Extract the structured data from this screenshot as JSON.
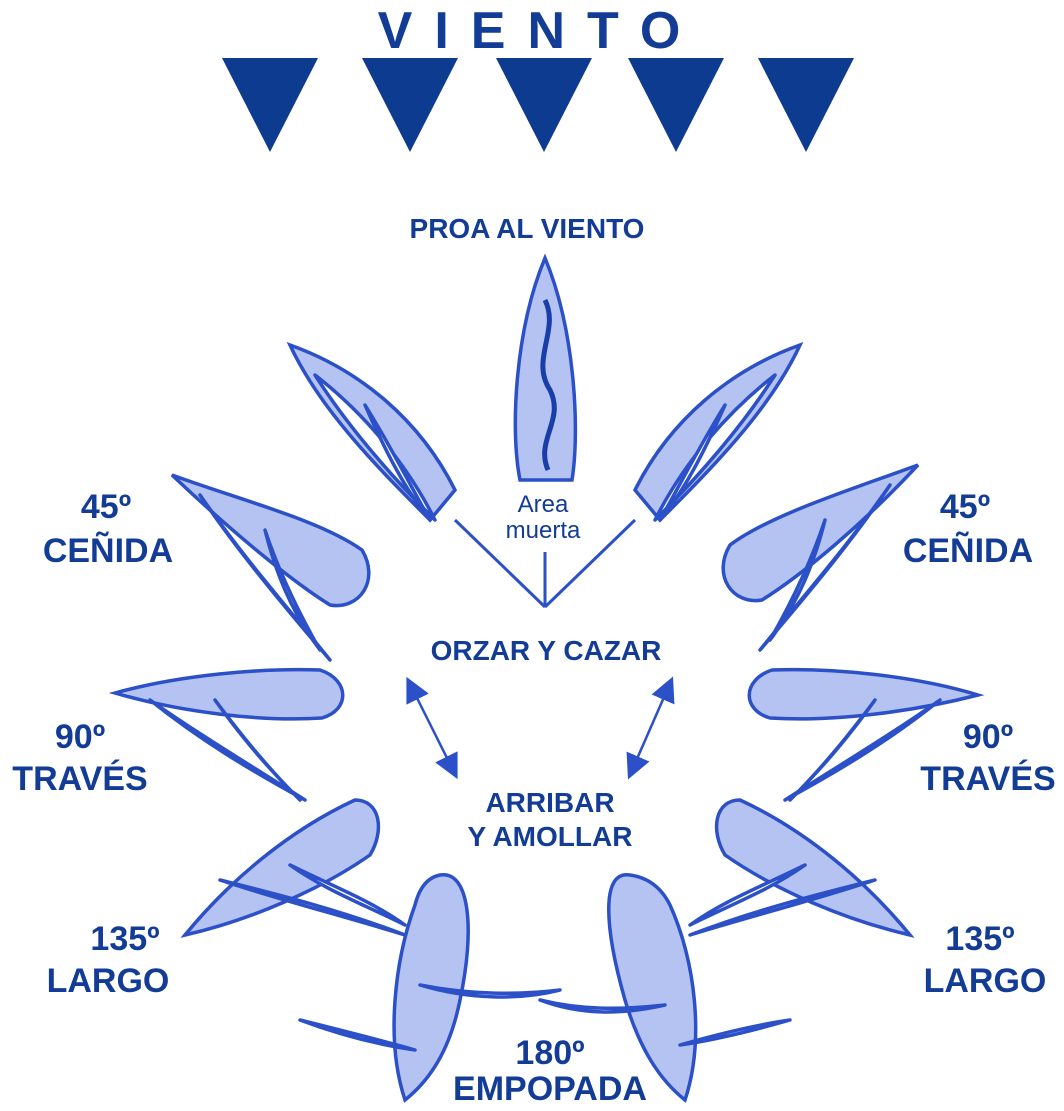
{
  "title": "VIENTO",
  "labels": {
    "bow_to_wind": "PROA AL VIENTO",
    "dead_area_1": "Area",
    "dead_area_2": "muerta",
    "luff": "ORZAR Y CAZAR",
    "bear_away_1": "ARRIBAR",
    "bear_away_2": "Y AMOLLAR",
    "close_hauled_deg": "45º",
    "close_hauled": "CEÑIDA",
    "beam_reach_deg": "90º",
    "beam_reach": "TRAVÉS",
    "broad_reach_deg": "135º",
    "broad_reach": "LARGO",
    "running_deg": "180º",
    "running": "EMPOPADA"
  },
  "colors": {
    "dark_blue": "#0d3b8f",
    "outline_blue": "#2b50c8",
    "hull_fill": "#b4c3f1"
  }
}
